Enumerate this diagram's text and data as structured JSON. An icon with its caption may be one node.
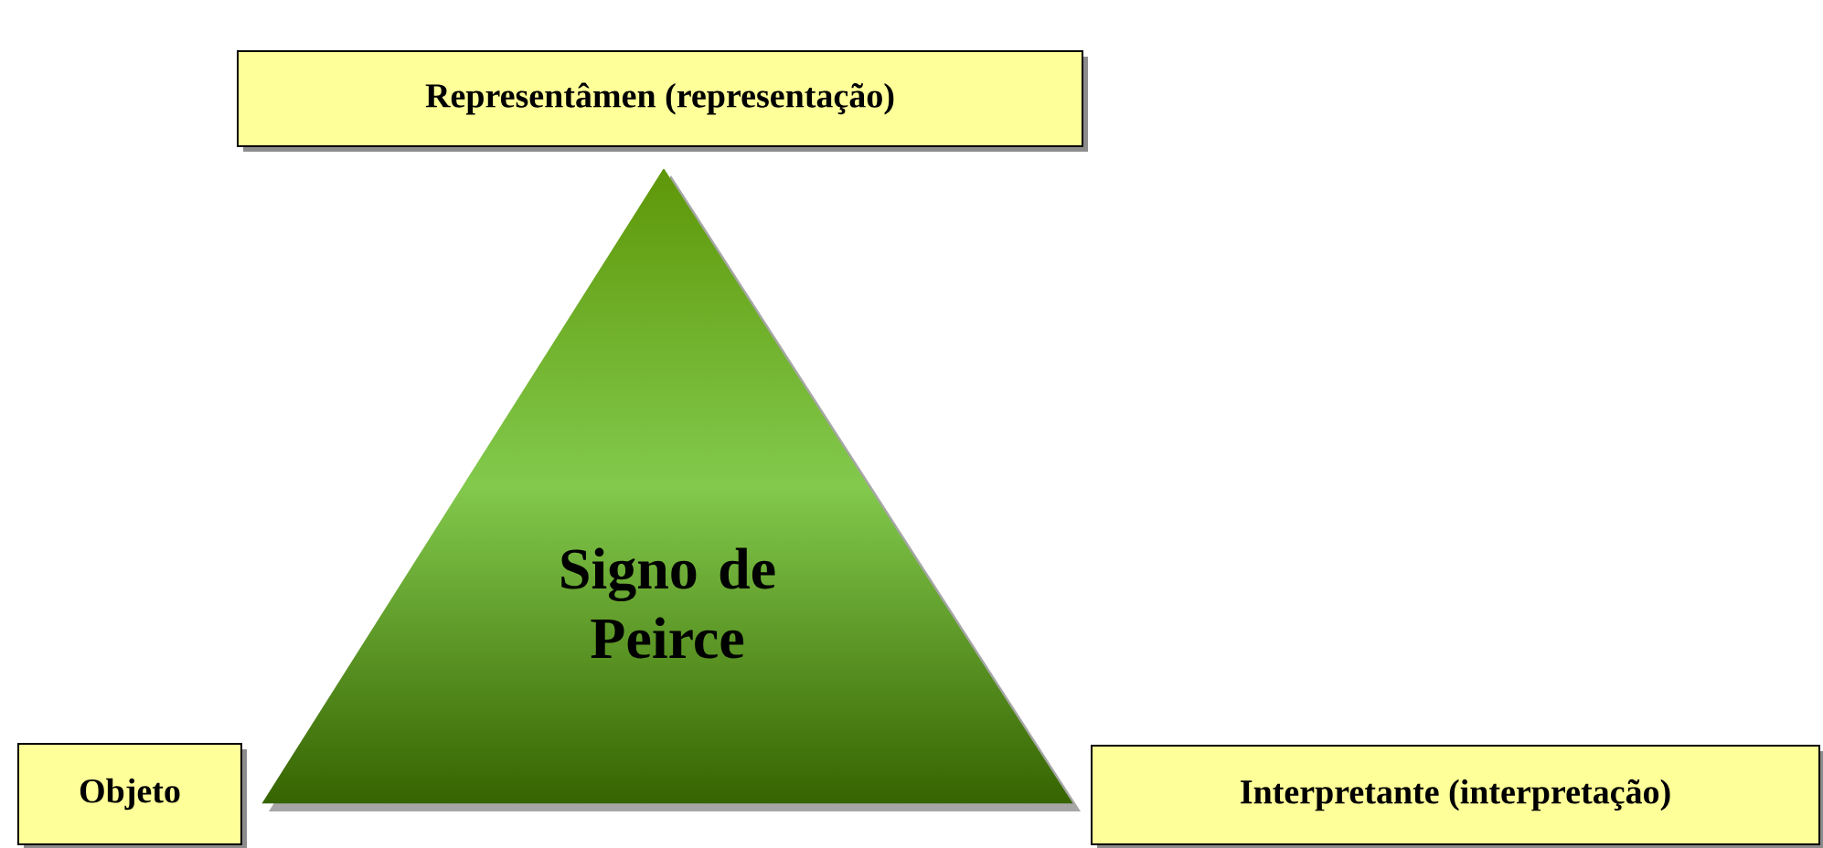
{
  "diagram": {
    "nodes": [
      {
        "text": [
          "Signo de Peirce"
        ]
      },
      {
        "text": [
          "Representâmen (representação)"
        ]
      },
      {
        "text": [
          "Objeto"
        ]
      },
      {
        "text": [
          "Interpretante (interpretação)"
        ]
      }
    ]
  }
}
